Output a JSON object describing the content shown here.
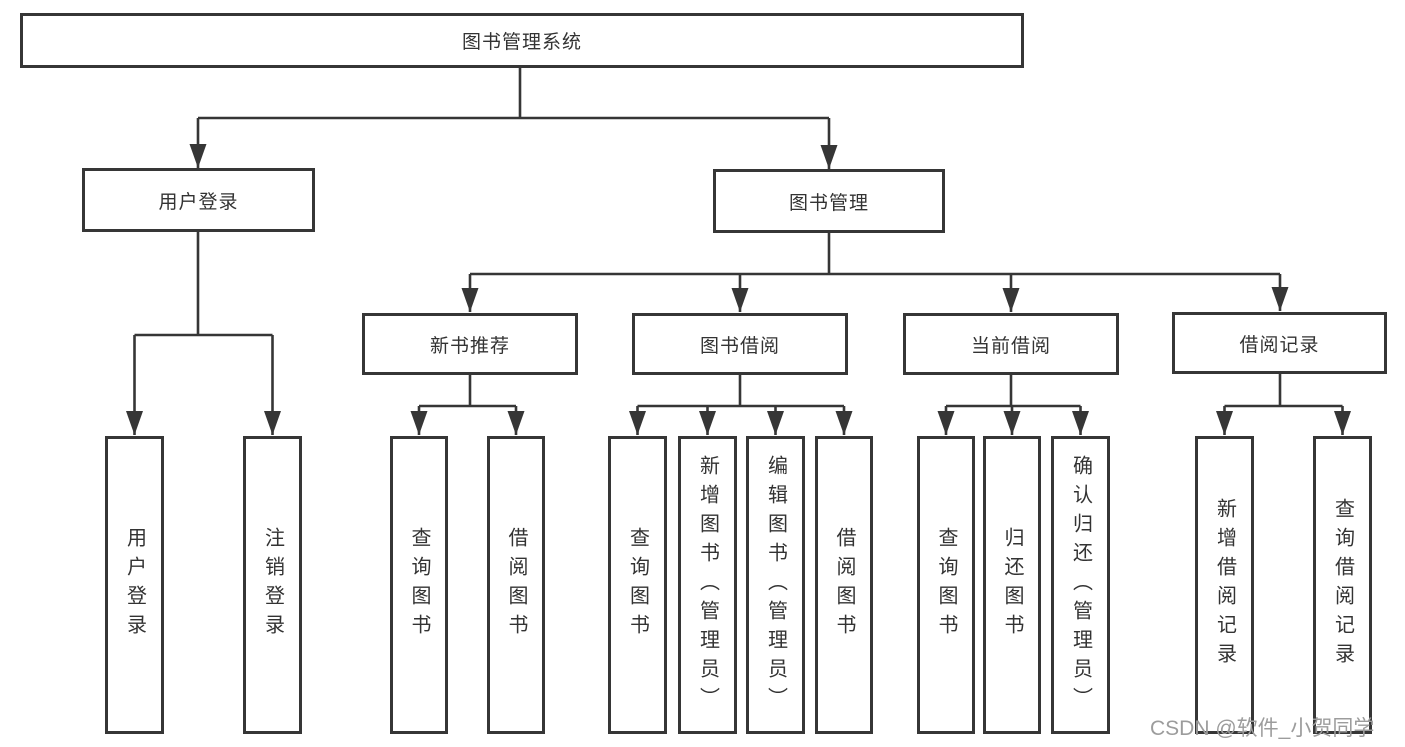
{
  "tree": {
    "root": {
      "label": "图书管理系统",
      "children": [
        {
          "label": "用户登录",
          "children": [
            {
              "label": "用户登录"
            },
            {
              "label": "注销登录"
            }
          ]
        },
        {
          "label": "图书管理",
          "children": [
            {
              "label": "新书推荐",
              "children": [
                {
                  "label": "查询图书"
                },
                {
                  "label": "借阅图书"
                }
              ]
            },
            {
              "label": "图书借阅",
              "children": [
                {
                  "label": "查询图书"
                },
                {
                  "label": "新增图书（管理员）"
                },
                {
                  "label": "编辑图书（管理员）"
                },
                {
                  "label": "借阅图书"
                }
              ]
            },
            {
              "label": "当前借阅",
              "children": [
                {
                  "label": "查询图书"
                },
                {
                  "label": "归还图书"
                },
                {
                  "label": "确认归还（管理员）"
                }
              ]
            },
            {
              "label": "借阅记录",
              "children": [
                {
                  "label": "新增借阅记录"
                },
                {
                  "label": "查询借阅记录"
                }
              ]
            }
          ]
        }
      ]
    }
  },
  "watermark": {
    "text": "CSDN @软件_小贺同学"
  },
  "colors": {
    "line": "#363636",
    "text": "#333333",
    "box_bg": "#ffffff",
    "watermark": "#9c9c9c",
    "background": "#ffffff"
  }
}
